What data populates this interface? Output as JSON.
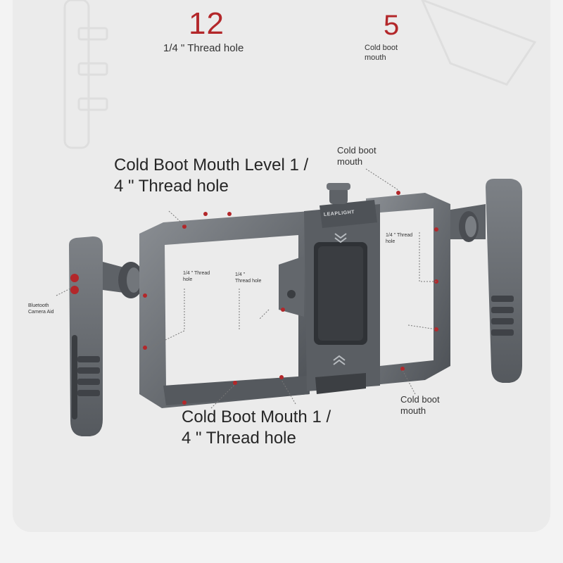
{
  "stats": [
    {
      "number": "12",
      "label": "1/4 \" Thread hole"
    },
    {
      "number": "5",
      "label": "Cold boot mouth"
    }
  ],
  "callouts": {
    "top_left_large": "Cold Boot Mouth Level 1 / 4 \" Thread hole",
    "top_right": "Cold boot mouth",
    "bottom_large": "Cold Boot Mouth 1 / 4 \" Thread hole",
    "bottom_right": "Cold boot mouth",
    "bluetooth": "Bluetooth Camera Aid",
    "thread_left": "1/4 \" Thread hole",
    "thread_center": "1/4 \" Thread hole",
    "thread_right": "1/4 \" Thread hole"
  },
  "product": {
    "brand": "LEAPLIGHT"
  },
  "colors": {
    "accent": "#b3272a",
    "metal": "#6f7378",
    "metal_dark": "#4a4d52",
    "background": "#ebebeb"
  }
}
